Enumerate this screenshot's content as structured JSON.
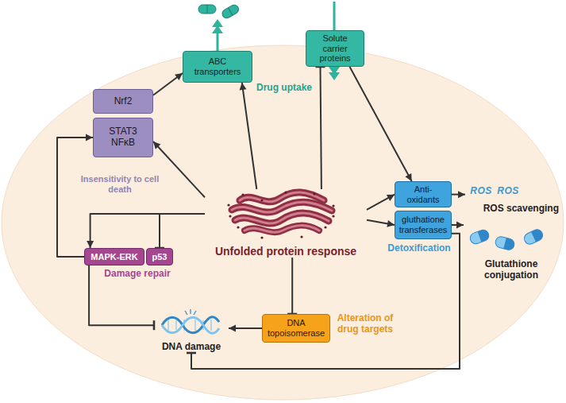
{
  "diagram": {
    "nodes": [
      {
        "text": [
          "ABC transporters"
        ]
      },
      {
        "text": [
          "Solute carrier proteins"
        ]
      },
      {
        "text": [
          "Nrf2"
        ]
      },
      {
        "text": [
          "STAT3 NFκB"
        ]
      },
      {
        "text": [
          "Anti-oxidants"
        ]
      },
      {
        "text": [
          "ROS scavenging"
        ]
      },
      {
        "text": [
          "gluthatione transferases"
        ]
      },
      {
        "text": [
          "Glutathione conjugation"
        ]
      },
      {
        "text": [
          "Unfolded protein response"
        ]
      },
      {
        "text": [
          "MAPK-ERK"
        ]
      },
      {
        "text": [
          "p53"
        ]
      },
      {
        "text": [
          "DNA topoisomerase"
        ]
      },
      {
        "text": [
          "DNA damage"
        ]
      }
    ],
    "edges": [
      {
        "from": 2,
        "to": 0,
        "arrow": "to"
      },
      {
        "from": 8,
        "to": 0,
        "arrow": "to"
      },
      {
        "from": 8,
        "to": 1,
        "arrow": "to"
      },
      {
        "from": 8,
        "to": 3,
        "arrow": "to"
      },
      {
        "from": 1,
        "to": 4,
        "arrow": "to"
      },
      {
        "from": 8,
        "to": 4,
        "arrow": "to"
      },
      {
        "from": 8,
        "to": 6,
        "arrow": "to"
      },
      {
        "from": 4,
        "to": 5,
        "arrow": "to"
      },
      {
        "from": 6,
        "to": 7,
        "arrow": "to"
      },
      {
        "from": 8,
        "to": 9,
        "arrow": "to"
      },
      {
        "from": 8,
        "to": 10,
        "arrow": "to"
      },
      {
        "from": 9,
        "to": 3,
        "arrow": "to"
      },
      {
        "from": 9,
        "to": 12,
        "arrow": "to"
      },
      {
        "from": 8,
        "to": 11,
        "arrow": "to"
      },
      {
        "from": 11,
        "to": 12,
        "arrow": "to"
      },
      {
        "from": 6,
        "to": 12,
        "arrow": "to"
      }
    ],
    "labels": [
      "Drug uptake",
      "Insensitivity to cell death",
      "Damage repair",
      "Detoxification",
      "Alteration of drug targets",
      "ROS",
      "ROS"
    ]
  }
}
